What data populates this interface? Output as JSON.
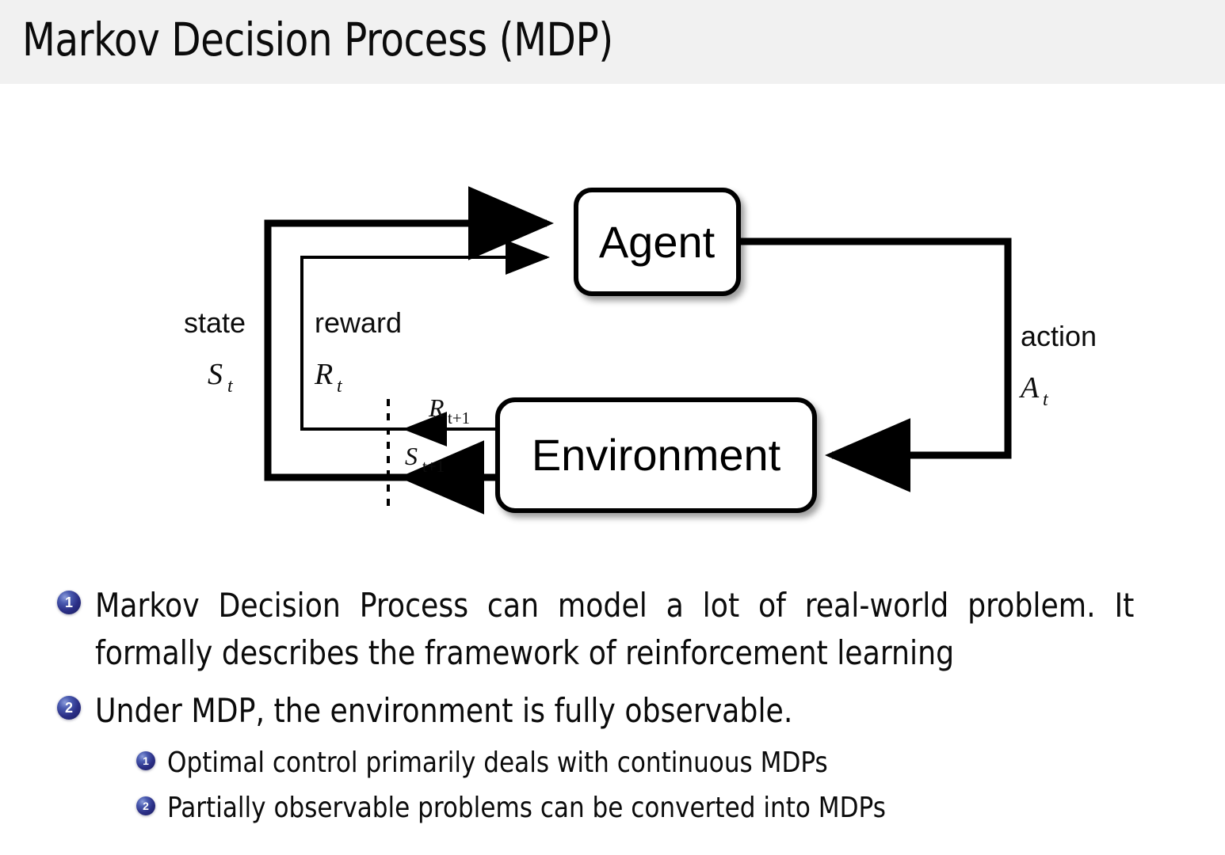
{
  "slide": {
    "title": "Markov Decision Process (MDP)",
    "header_bg": "#f1f1f1",
    "body_bg": "#ffffff",
    "bullet_badge_color": "#2b2f86"
  },
  "diagram": {
    "name": "agent-environment-interaction-loop",
    "agent_box": "Agent",
    "environment_box": "Environment",
    "labels": {
      "state_word": "state",
      "state_symbol": "S",
      "state_subscript": "t",
      "reward_word": "reward",
      "reward_symbol": "R",
      "reward_subscript": "t",
      "action_word": "action",
      "action_symbol": "A",
      "action_subscript": "t",
      "reward_next_symbol": "R",
      "reward_next_subscript": "t+1",
      "state_next_symbol": "S",
      "state_next_subscript": "t+1"
    }
  },
  "bullets": [
    {
      "number": "1",
      "text": "Markov Decision Process can model a lot of real-world problem. It formally describes the framework of reinforcement learning",
      "children": []
    },
    {
      "number": "2",
      "text": "Under MDP, the environment is fully observable.",
      "children": [
        {
          "number": "1",
          "text": "Optimal control primarily deals with continuous MDPs"
        },
        {
          "number": "2",
          "text": "Partially observable problems can be converted into MDPs"
        }
      ]
    }
  ]
}
